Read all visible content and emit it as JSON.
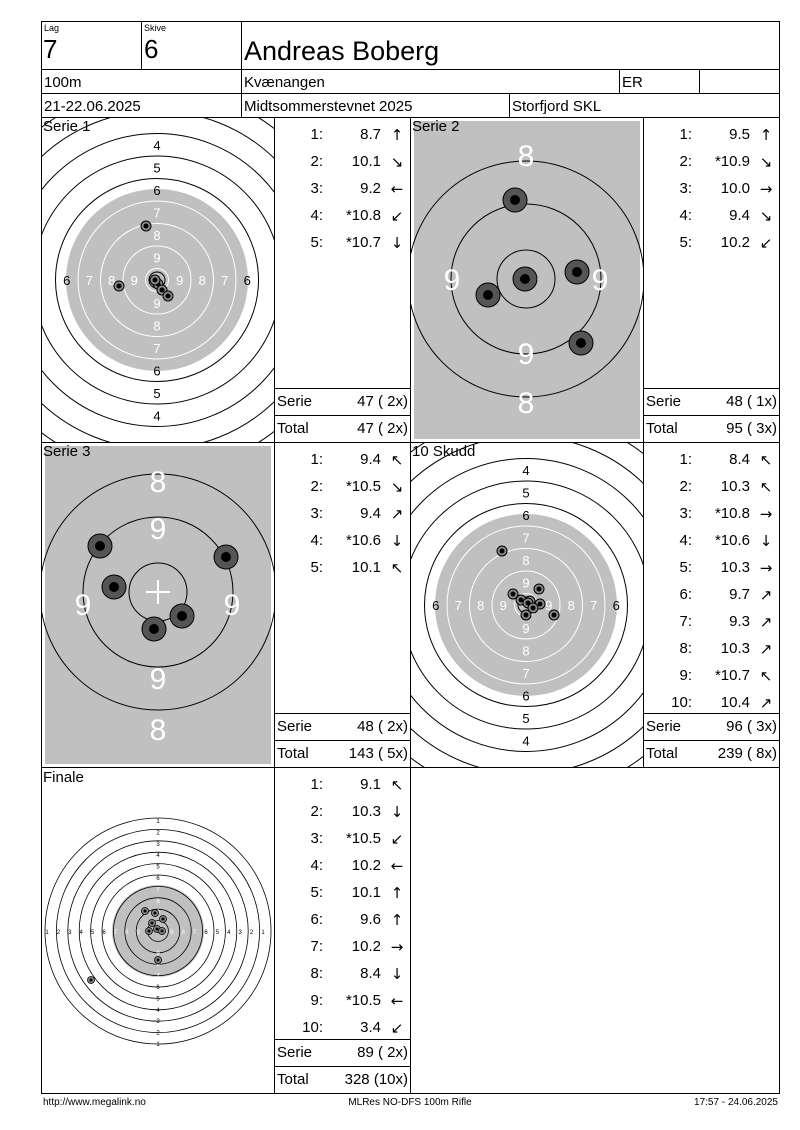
{
  "header": {
    "lag_label": "Lag",
    "lag_value": "7",
    "skive_label": "Skive",
    "skive_value": "6",
    "name": "Andreas Boberg",
    "distance": "100m",
    "club": "Kvænangen",
    "class": "ER",
    "date": "21-22.06.2025",
    "event": "Midtsommerstevnet 2025",
    "organizer": "Storfjord SKL"
  },
  "serie_label": "Serie",
  "total_label": "Total",
  "panels": [
    {
      "title": "Serie 1",
      "shots": [
        {
          "n": "1:",
          "v": "8.7",
          "dir": "↑"
        },
        {
          "n": "2:",
          "v": "10.1",
          "dir": "↘"
        },
        {
          "n": "3:",
          "v": "9.2",
          "dir": "←"
        },
        {
          "n": "4:",
          "v": "*10.8",
          "dir": "↙"
        },
        {
          "n": "5:",
          "v": "*10.7",
          "dir": "↓"
        }
      ],
      "serie": "47 ( 2x)",
      "total": "47 ( 2x)"
    },
    {
      "title": "Serie 2",
      "shots": [
        {
          "n": "1:",
          "v": "9.5",
          "dir": "↑"
        },
        {
          "n": "2:",
          "v": "*10.9",
          "dir": "↘"
        },
        {
          "n": "3:",
          "v": "10.0",
          "dir": "→"
        },
        {
          "n": "4:",
          "v": "9.4",
          "dir": "↘"
        },
        {
          "n": "5:",
          "v": "10.2",
          "dir": "↙"
        }
      ],
      "serie": "48 ( 1x)",
      "total": "95 ( 3x)"
    },
    {
      "title": "Serie 3",
      "shots": [
        {
          "n": "1:",
          "v": "9.4",
          "dir": "↖"
        },
        {
          "n": "2:",
          "v": "*10.5",
          "dir": "↘"
        },
        {
          "n": "3:",
          "v": "9.4",
          "dir": "↗"
        },
        {
          "n": "4:",
          "v": "*10.6",
          "dir": "↓"
        },
        {
          "n": "5:",
          "v": "10.1",
          "dir": "↖"
        }
      ],
      "serie": "48 ( 2x)",
      "total": "143 ( 5x)"
    },
    {
      "title": "10 Skudd",
      "shots": [
        {
          "n": "1:",
          "v": "8.4",
          "dir": "↖"
        },
        {
          "n": "2:",
          "v": "10.3",
          "dir": "↖"
        },
        {
          "n": "3:",
          "v": "*10.8",
          "dir": "→"
        },
        {
          "n": "4:",
          "v": "*10.6",
          "dir": "↓"
        },
        {
          "n": "5:",
          "v": "10.3",
          "dir": "→"
        },
        {
          "n": "6:",
          "v": "9.7",
          "dir": "↗"
        },
        {
          "n": "7:",
          "v": "9.3",
          "dir": "↗"
        },
        {
          "n": "8:",
          "v": "10.3",
          "dir": "↗"
        },
        {
          "n": "9:",
          "v": "*10.7",
          "dir": "↖"
        },
        {
          "n": "10:",
          "v": "10.4",
          "dir": "↗"
        }
      ],
      "serie": "96 ( 3x)",
      "total": "239 ( 8x)"
    },
    {
      "title": "Finale",
      "shots": [
        {
          "n": "1:",
          "v": "9.1",
          "dir": "↖"
        },
        {
          "n": "2:",
          "v": "10.3",
          "dir": "↓"
        },
        {
          "n": "3:",
          "v": "*10.5",
          "dir": "↙"
        },
        {
          "n": "4:",
          "v": "10.2",
          "dir": "←"
        },
        {
          "n": "5:",
          "v": "10.1",
          "dir": "↑"
        },
        {
          "n": "6:",
          "v": "9.6",
          "dir": "↑"
        },
        {
          "n": "7:",
          "v": "10.2",
          "dir": "→"
        },
        {
          "n": "8:",
          "v": "8.4",
          "dir": "↓"
        },
        {
          "n": "9:",
          "v": "*10.5",
          "dir": "←"
        },
        {
          "n": "10:",
          "v": "3.4",
          "dir": "↙"
        }
      ],
      "serie": "89 ( 2x)",
      "total": "328 (10x)"
    }
  ],
  "footer": {
    "left": "http://www.megalink.no",
    "center": "MLRes NO-DFS 100m Rifle",
    "right": "17:57 - 24.06.2025"
  }
}
